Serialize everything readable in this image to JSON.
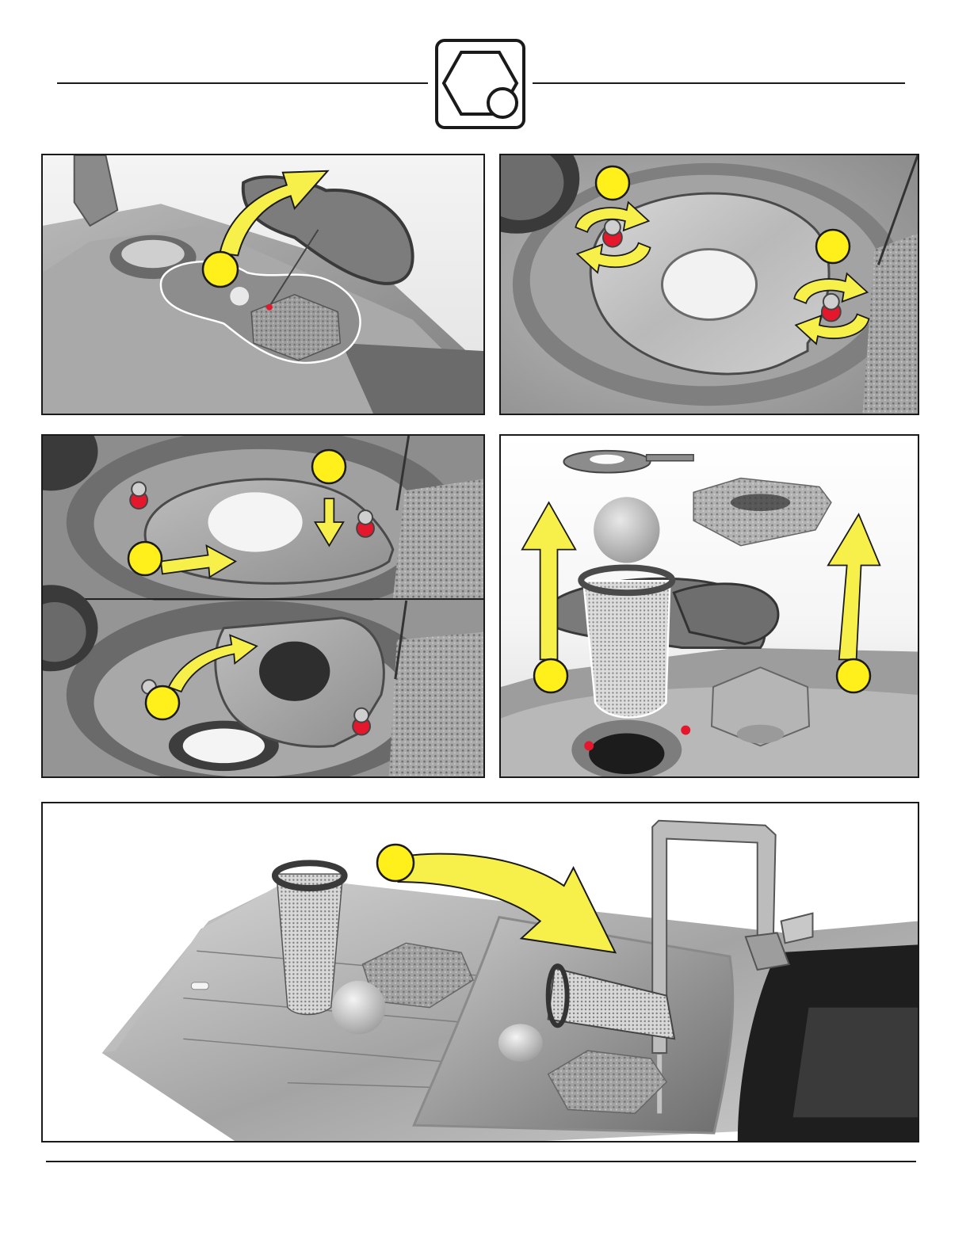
{
  "header": {
    "icon": "hexagon-circle-maintenance-icon"
  },
  "steps": [
    {
      "id": "open-lid",
      "icon": "curved-arrow-up-icon"
    },
    {
      "id": "unscrew-knobs",
      "icon": "rotate-arrows-icon"
    },
    {
      "id": "rotate-and-remove-plate",
      "icon": "straight-arrow-icon"
    },
    {
      "id": "lift-out-filters",
      "icon": "arrow-up-icon"
    },
    {
      "id": "wash-in-sink",
      "icon": "curved-arrow-right-icon"
    }
  ],
  "colors": {
    "callout_yellow": "#ffef1a",
    "arrow_yellow": "#f7f04a",
    "knob_red": "#e5172d",
    "outline": "#1a1a1a",
    "metal_gray": "#9c9c9c",
    "sponge_gray": "#a8a8a8"
  }
}
